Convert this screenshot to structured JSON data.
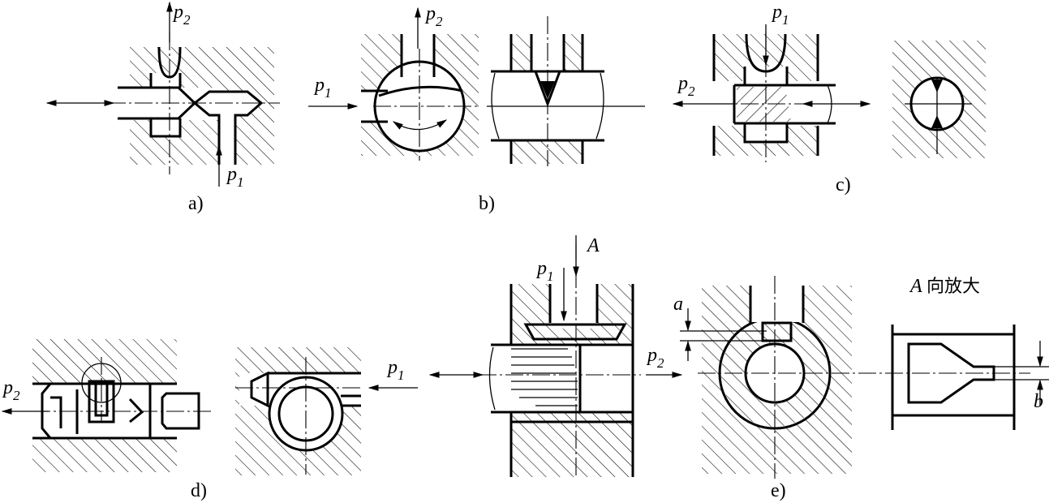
{
  "panels": {
    "a": {
      "label": "a)",
      "p_top": "p",
      "p_top_sub": "2",
      "p_bottom": "p",
      "p_bottom_sub": "1"
    },
    "b": {
      "label": "b)",
      "p_left": "p",
      "p_left_sub": "1",
      "p_top": "p",
      "p_top_sub": "2"
    },
    "c": {
      "label": "c)",
      "p_top": "p",
      "p_top_sub": "1",
      "p_left": "p",
      "p_left_sub": "2"
    },
    "d": {
      "label": "d)",
      "p_left": "p",
      "p_left_sub": "2",
      "p_right": "p",
      "p_right_sub": "1"
    },
    "e": {
      "label": "e)",
      "p_top": "p",
      "p_top_sub": "1",
      "arrow_A": "A",
      "p_right": "p",
      "p_right_sub": "2",
      "dim_a": "a",
      "dim_b": "b",
      "view_A": "A",
      "view_caption": "向放大"
    }
  }
}
